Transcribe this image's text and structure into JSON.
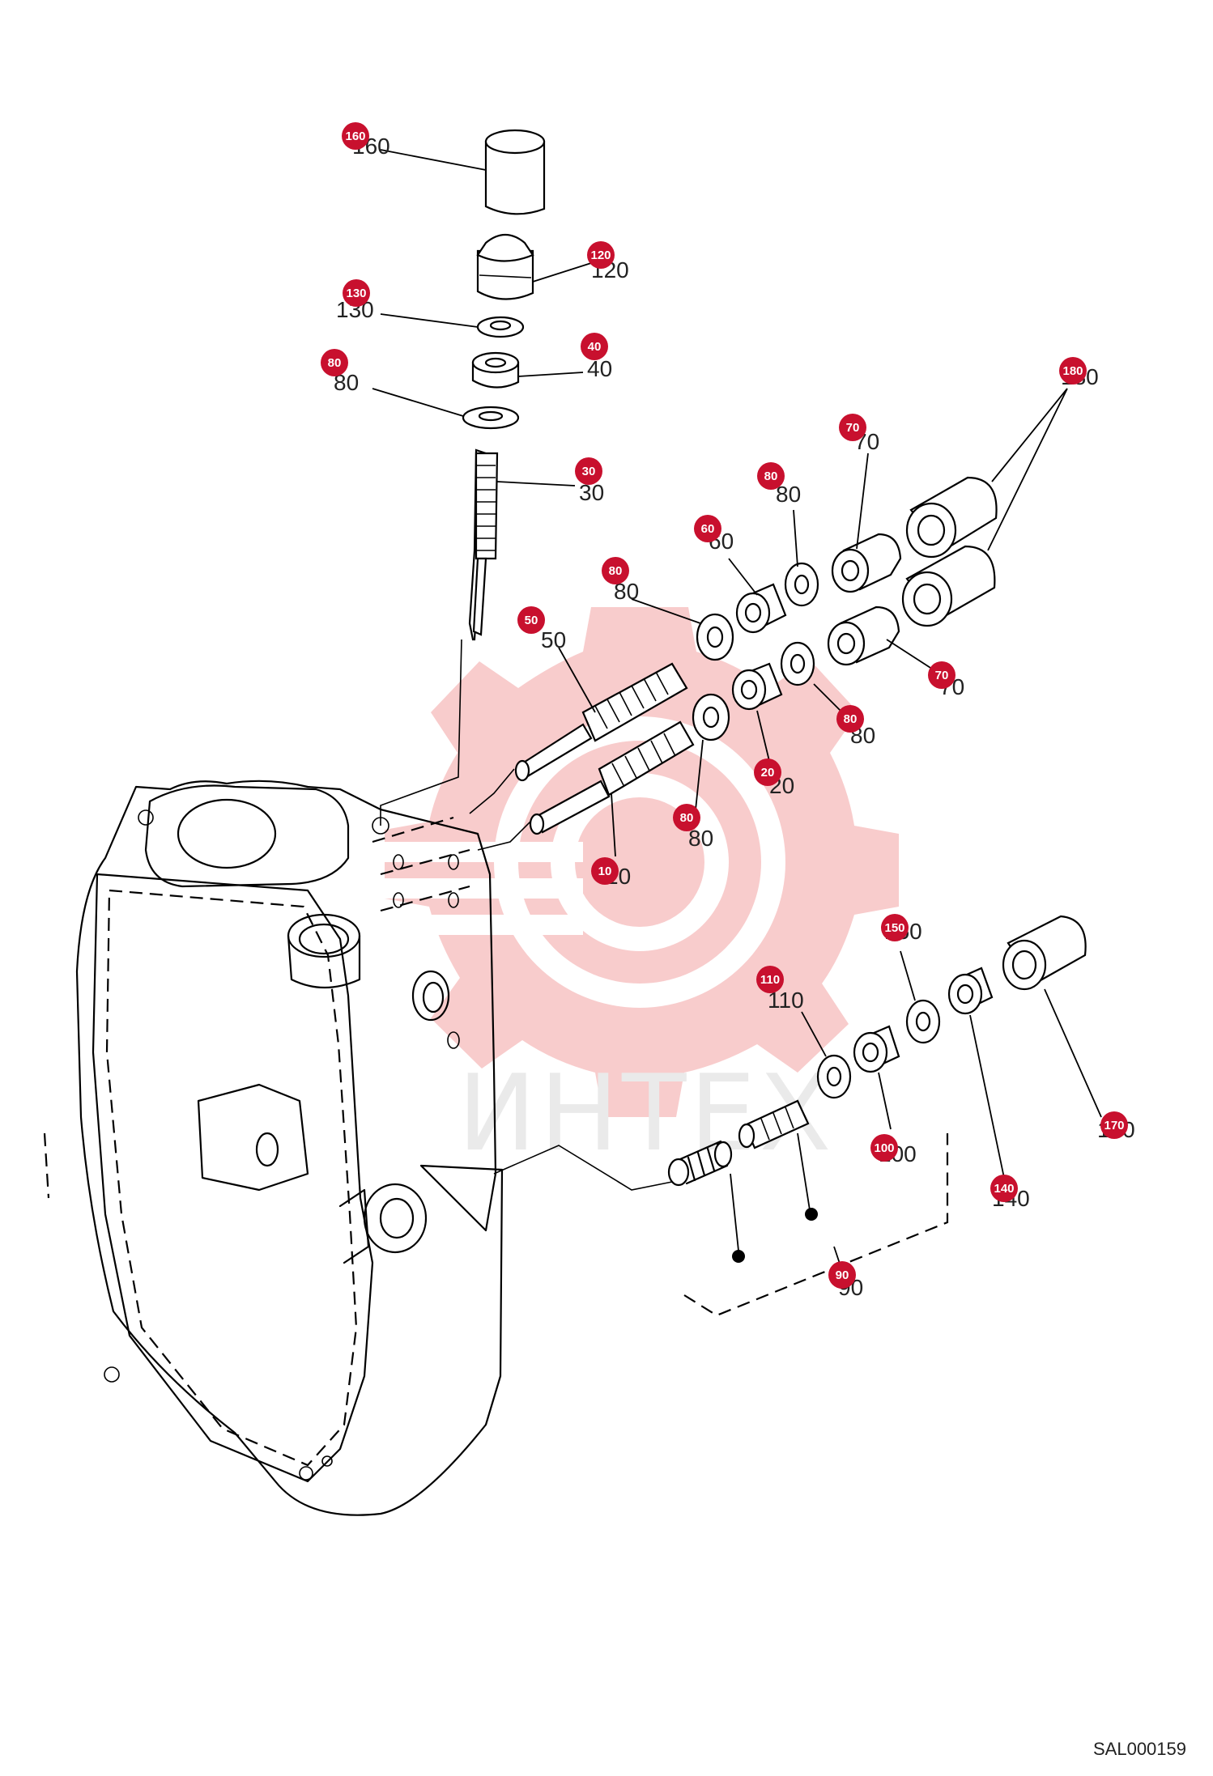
{
  "drawing_code": "SAL000159",
  "watermark": {
    "text": "ИНТЕХ",
    "color": "#f7c6c6",
    "text_color": "#d9d9d9"
  },
  "badge_color": "#c8102e",
  "callouts": [
    {
      "id": "c160a",
      "number": "160"
    },
    {
      "id": "c120",
      "number": "120"
    },
    {
      "id": "c130",
      "number": "130"
    },
    {
      "id": "c40",
      "number": "40"
    },
    {
      "id": "c80a",
      "number": "80"
    },
    {
      "id": "c30",
      "number": "30"
    },
    {
      "id": "c180",
      "number": "180"
    },
    {
      "id": "c70a",
      "number": "70"
    },
    {
      "id": "c80b",
      "number": "80"
    },
    {
      "id": "c60",
      "number": "60"
    },
    {
      "id": "c80c",
      "number": "80"
    },
    {
      "id": "c50",
      "number": "50"
    },
    {
      "id": "c70b",
      "number": "70"
    },
    {
      "id": "c80d",
      "number": "80"
    },
    {
      "id": "c20",
      "number": "20"
    },
    {
      "id": "c80e",
      "number": "80"
    },
    {
      "id": "c10",
      "number": "10"
    },
    {
      "id": "c150",
      "number": "150"
    },
    {
      "id": "c110",
      "number": "110"
    },
    {
      "id": "c170",
      "number": "170"
    },
    {
      "id": "c100",
      "number": "100"
    },
    {
      "id": "c140",
      "number": "140"
    },
    {
      "id": "c90",
      "number": "90"
    }
  ],
  "plain_labels": [
    {
      "id": "p160",
      "text": "160"
    },
    {
      "id": "p120",
      "text": "120"
    },
    {
      "id": "p130",
      "text": "130"
    },
    {
      "id": "p40",
      "text": "40"
    },
    {
      "id": "p80a",
      "text": "80"
    },
    {
      "id": "p30",
      "text": "30"
    },
    {
      "id": "p180",
      "text": "180"
    },
    {
      "id": "p70a",
      "text": "70"
    },
    {
      "id": "p80b",
      "text": "80"
    },
    {
      "id": "p60",
      "text": "60"
    },
    {
      "id": "p80c",
      "text": "80"
    },
    {
      "id": "p50",
      "text": "50"
    },
    {
      "id": "p70b",
      "text": "70"
    },
    {
      "id": "p80d",
      "text": "80"
    },
    {
      "id": "p20",
      "text": "20"
    },
    {
      "id": "p80e",
      "text": "80"
    },
    {
      "id": "p10",
      "text": "10"
    },
    {
      "id": "p150",
      "text": "150"
    },
    {
      "id": "p110",
      "text": "110"
    },
    {
      "id": "p170",
      "text": "170"
    },
    {
      "id": "p100",
      "text": "100"
    },
    {
      "id": "p140",
      "text": "140"
    },
    {
      "id": "p90",
      "text": "90"
    }
  ]
}
